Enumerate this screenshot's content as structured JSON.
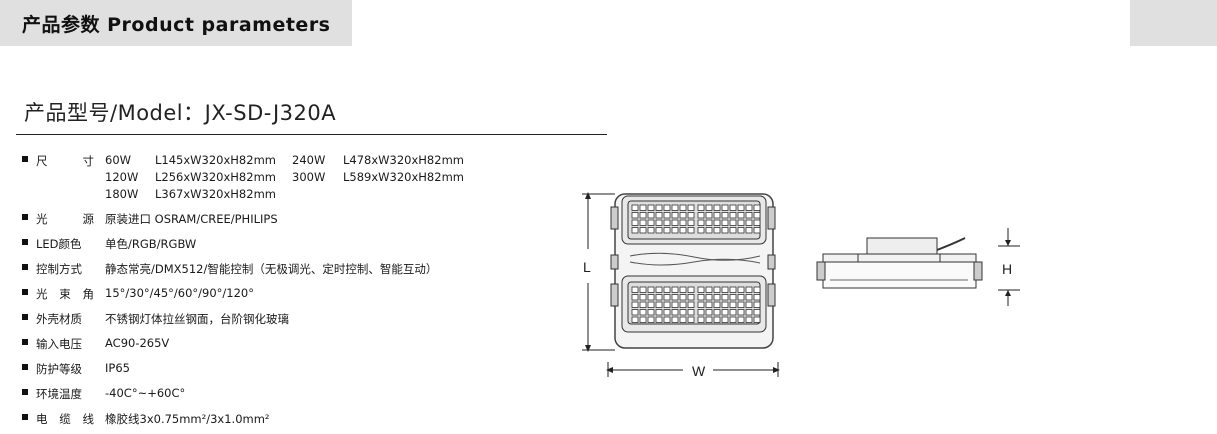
{
  "header": {
    "title": "产品参数  Product parameters"
  },
  "model": {
    "title": "产品型号/Model：JX-SD-J320A"
  },
  "specs": {
    "size": {
      "label_chars": [
        "尺",
        "寸"
      ],
      "rows": [
        [
          "60W",
          "L145xW320xH82mm",
          "240W",
          "L478xW320xH82mm"
        ],
        [
          "120W",
          "L256xW320xH82mm",
          "300W",
          "L589xW320xH82mm"
        ],
        [
          "180W",
          "L367xW320xH82mm",
          "",
          ""
        ]
      ]
    },
    "items": [
      {
        "label_chars": [
          "光",
          "源"
        ],
        "value": "原装进口 OSRAM/CREE/PHILIPS"
      },
      {
        "label": "LED颜色",
        "value": "单色/RGB/RGBW"
      },
      {
        "label": "控制方式",
        "value": "静态常亮/DMX512/智能控制（无极调光、定时控制、智能互动）"
      },
      {
        "label_chars": [
          "光",
          "束",
          "角"
        ],
        "value": "15°/30°/45°/60°/90°/120°"
      },
      {
        "label": "外壳材质",
        "value": "不锈钢灯体拉丝钢面，台阶钢化玻璃"
      },
      {
        "label": "输入电压",
        "value": "AC90-265V"
      },
      {
        "label": "防护等级",
        "value": "IP65"
      },
      {
        "label": "环境温度",
        "value": "-40C°~+60C°"
      },
      {
        "label_chars": [
          "电",
          "缆",
          "线"
        ],
        "value": "橡胶线3x0.75mm²/3x1.0mm²"
      }
    ]
  },
  "drawing": {
    "front_label_length": "L",
    "front_label_width": "W",
    "side_label_height": "H"
  }
}
